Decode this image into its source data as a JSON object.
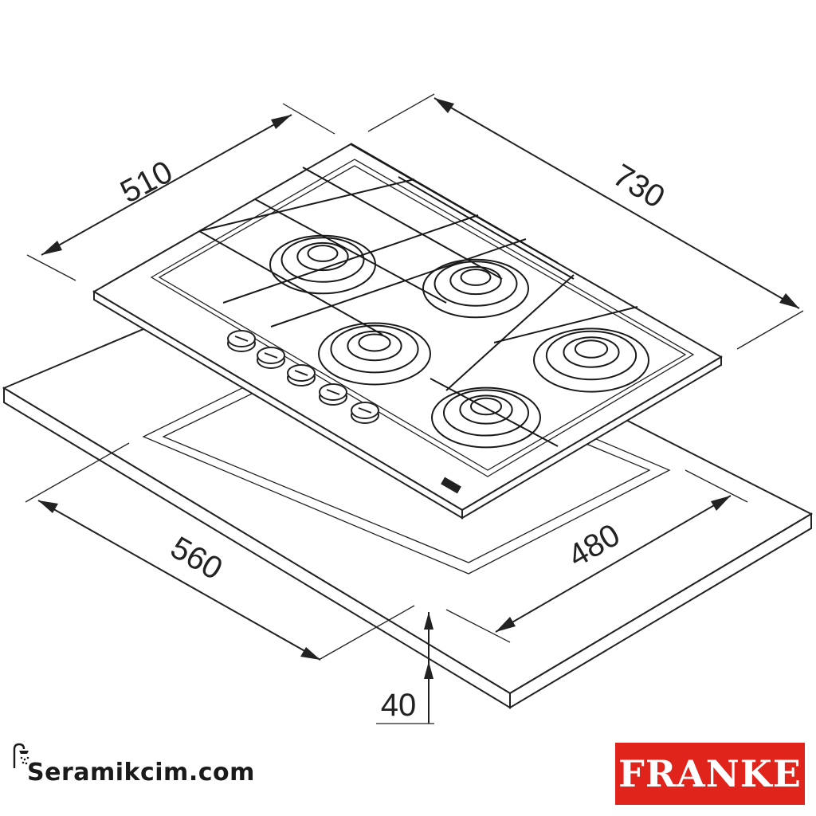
{
  "dimensions": {
    "depth": "510",
    "width": "730",
    "cutout_width": "560",
    "cutout_depth": "480",
    "thickness": "40"
  },
  "footer": {
    "site_name": "Seramikcim.com",
    "brand": "FRANKE",
    "brand_color": "#e0241b"
  },
  "icons": {
    "site_logo": "shower-head-icon"
  }
}
